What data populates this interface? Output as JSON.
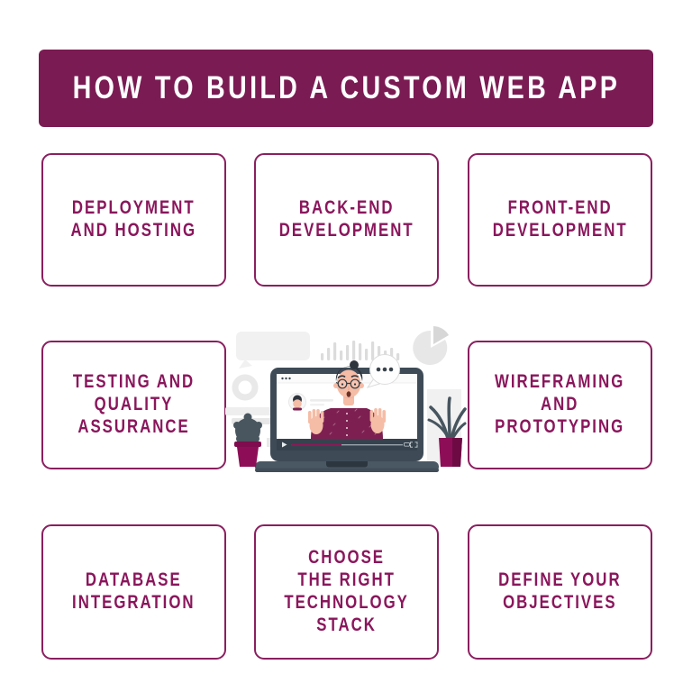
{
  "header": {
    "title": "HOW TO BUILD A CUSTOM WEB APP"
  },
  "steps": [
    {
      "id": "deployment-hosting",
      "label": "DEPLOYMENT\nAND HOSTING"
    },
    {
      "id": "backend-development",
      "label": "BACK-END\nDEVELOPMENT"
    },
    {
      "id": "frontend-development",
      "label": "FRONT-END\nDEVELOPMENT"
    },
    {
      "id": "testing-qa",
      "label": "TESTING AND\nQUALITY\nASSURANCE"
    },
    {
      "id": "wireframing-prototyping",
      "label": "WIREFRAMING\nAND\nPROTOTYPING"
    },
    {
      "id": "database-integration",
      "label": "DATABASE\nINTEGRATION"
    },
    {
      "id": "technology-stack",
      "label": "CHOOSE\nTHE RIGHT\nTECHNOLOGY\nSTACK"
    },
    {
      "id": "define-objectives",
      "label": "DEFINE YOUR\nOBJECTIVES"
    }
  ],
  "illustration": {
    "name": "man-presenting-on-laptop-video-call",
    "icons": [
      "laptop-icon",
      "speech-bubble-dots-icon",
      "bar-chart-icon",
      "pie-chart-icon",
      "donut-chart-icon",
      "plant-icon",
      "cactus-icon",
      "chat-message-icon",
      "video-progress-bar-icon"
    ]
  },
  "colors": {
    "accent_maroon": "#7a1b53",
    "box_border": "#8a1f5f",
    "box_text": "#8a165c",
    "shirt_maroon": "#7d2051",
    "pot_maroon": "#8d0e57",
    "laptop_slate": "#3e4b57",
    "base_slate": "#4a5864",
    "light_gray": "#ececec",
    "skin": "#f5bca6",
    "white": "#ffffff"
  }
}
